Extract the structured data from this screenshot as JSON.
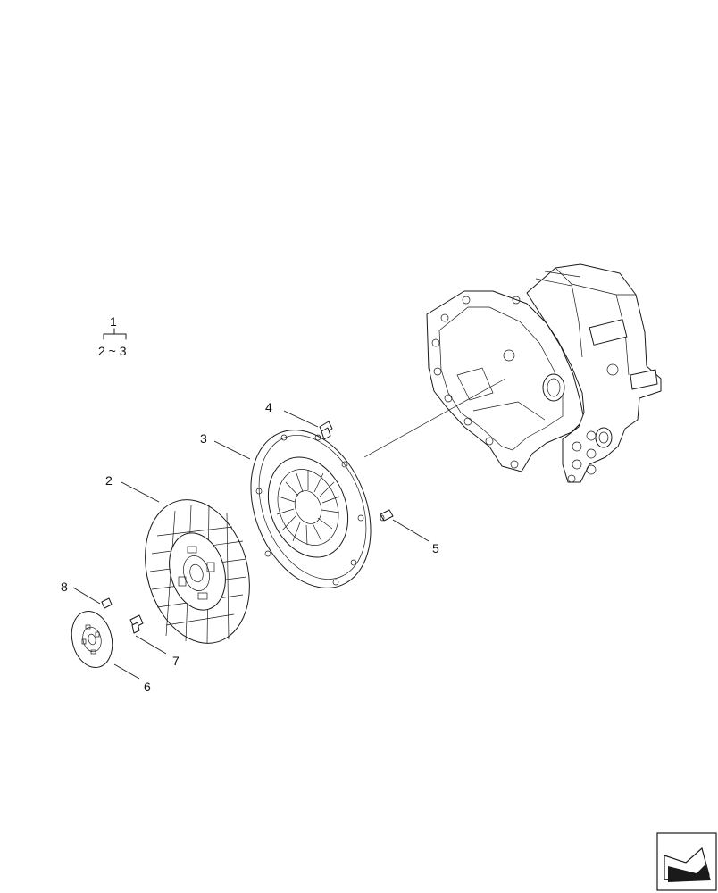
{
  "legend": {
    "top": "1",
    "bottom": "2 ~ 3"
  },
  "callouts": [
    {
      "id": "callout-2",
      "label": "2"
    },
    {
      "id": "callout-3",
      "label": "3"
    },
    {
      "id": "callout-4",
      "label": "4"
    },
    {
      "id": "callout-5",
      "label": "5"
    },
    {
      "id": "callout-6",
      "label": "6"
    },
    {
      "id": "callout-7",
      "label": "7"
    },
    {
      "id": "callout-8",
      "label": "8"
    }
  ],
  "parts": [
    {
      "name": "transmission-housing"
    },
    {
      "name": "clutch-pressure-plate"
    },
    {
      "name": "clutch-disc"
    },
    {
      "name": "pto-disc"
    },
    {
      "name": "bolt"
    },
    {
      "name": "dowel-pin"
    },
    {
      "name": "short-bolt"
    },
    {
      "name": "pin"
    }
  ],
  "corner_icon": "next-page-arrow-icon"
}
